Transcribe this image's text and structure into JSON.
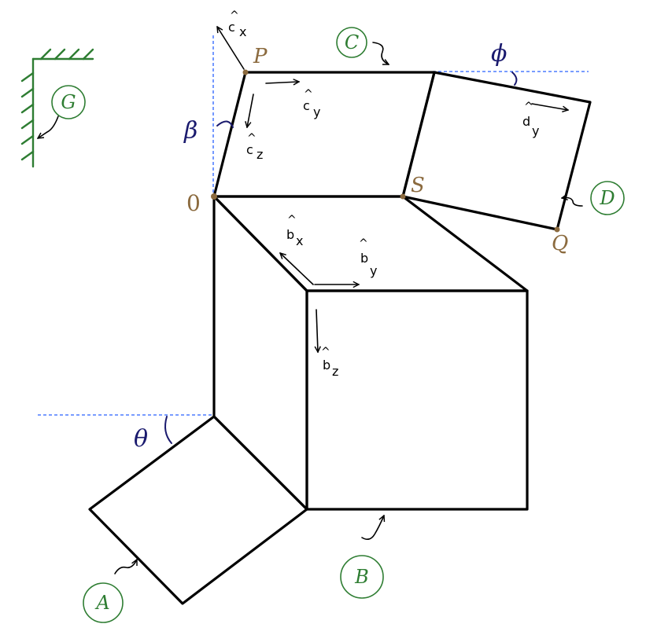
{
  "points": {
    "P": "P",
    "O": "0",
    "S": "S",
    "Q": "Q"
  },
  "angles": {
    "beta": "β",
    "phi": "ϕ",
    "theta": "θ"
  },
  "bodies": {
    "A": "A",
    "B": "B",
    "C": "C",
    "D": "D",
    "G": "G"
  },
  "vectors": {
    "cx": {
      "hat": "^",
      "label": "c",
      "sub": "x"
    },
    "cy": {
      "hat": "^",
      "label": "c",
      "sub": "y"
    },
    "cz": {
      "hat": "^",
      "label": "c",
      "sub": "z"
    },
    "bx": {
      "hat": "^",
      "label": "b",
      "sub": "x"
    },
    "by": {
      "hat": "^",
      "label": "b",
      "sub": "y"
    },
    "bz": {
      "hat": "^",
      "label": "b",
      "sub": "z"
    },
    "dy": {
      "hat": "^",
      "label": "d",
      "sub": "y"
    }
  },
  "colors": {
    "outline": "#000000",
    "reference": "#2962ff",
    "angle": "#1a1a6e",
    "body_label": "#2e7d32",
    "point_label": "#8b6a3e"
  }
}
